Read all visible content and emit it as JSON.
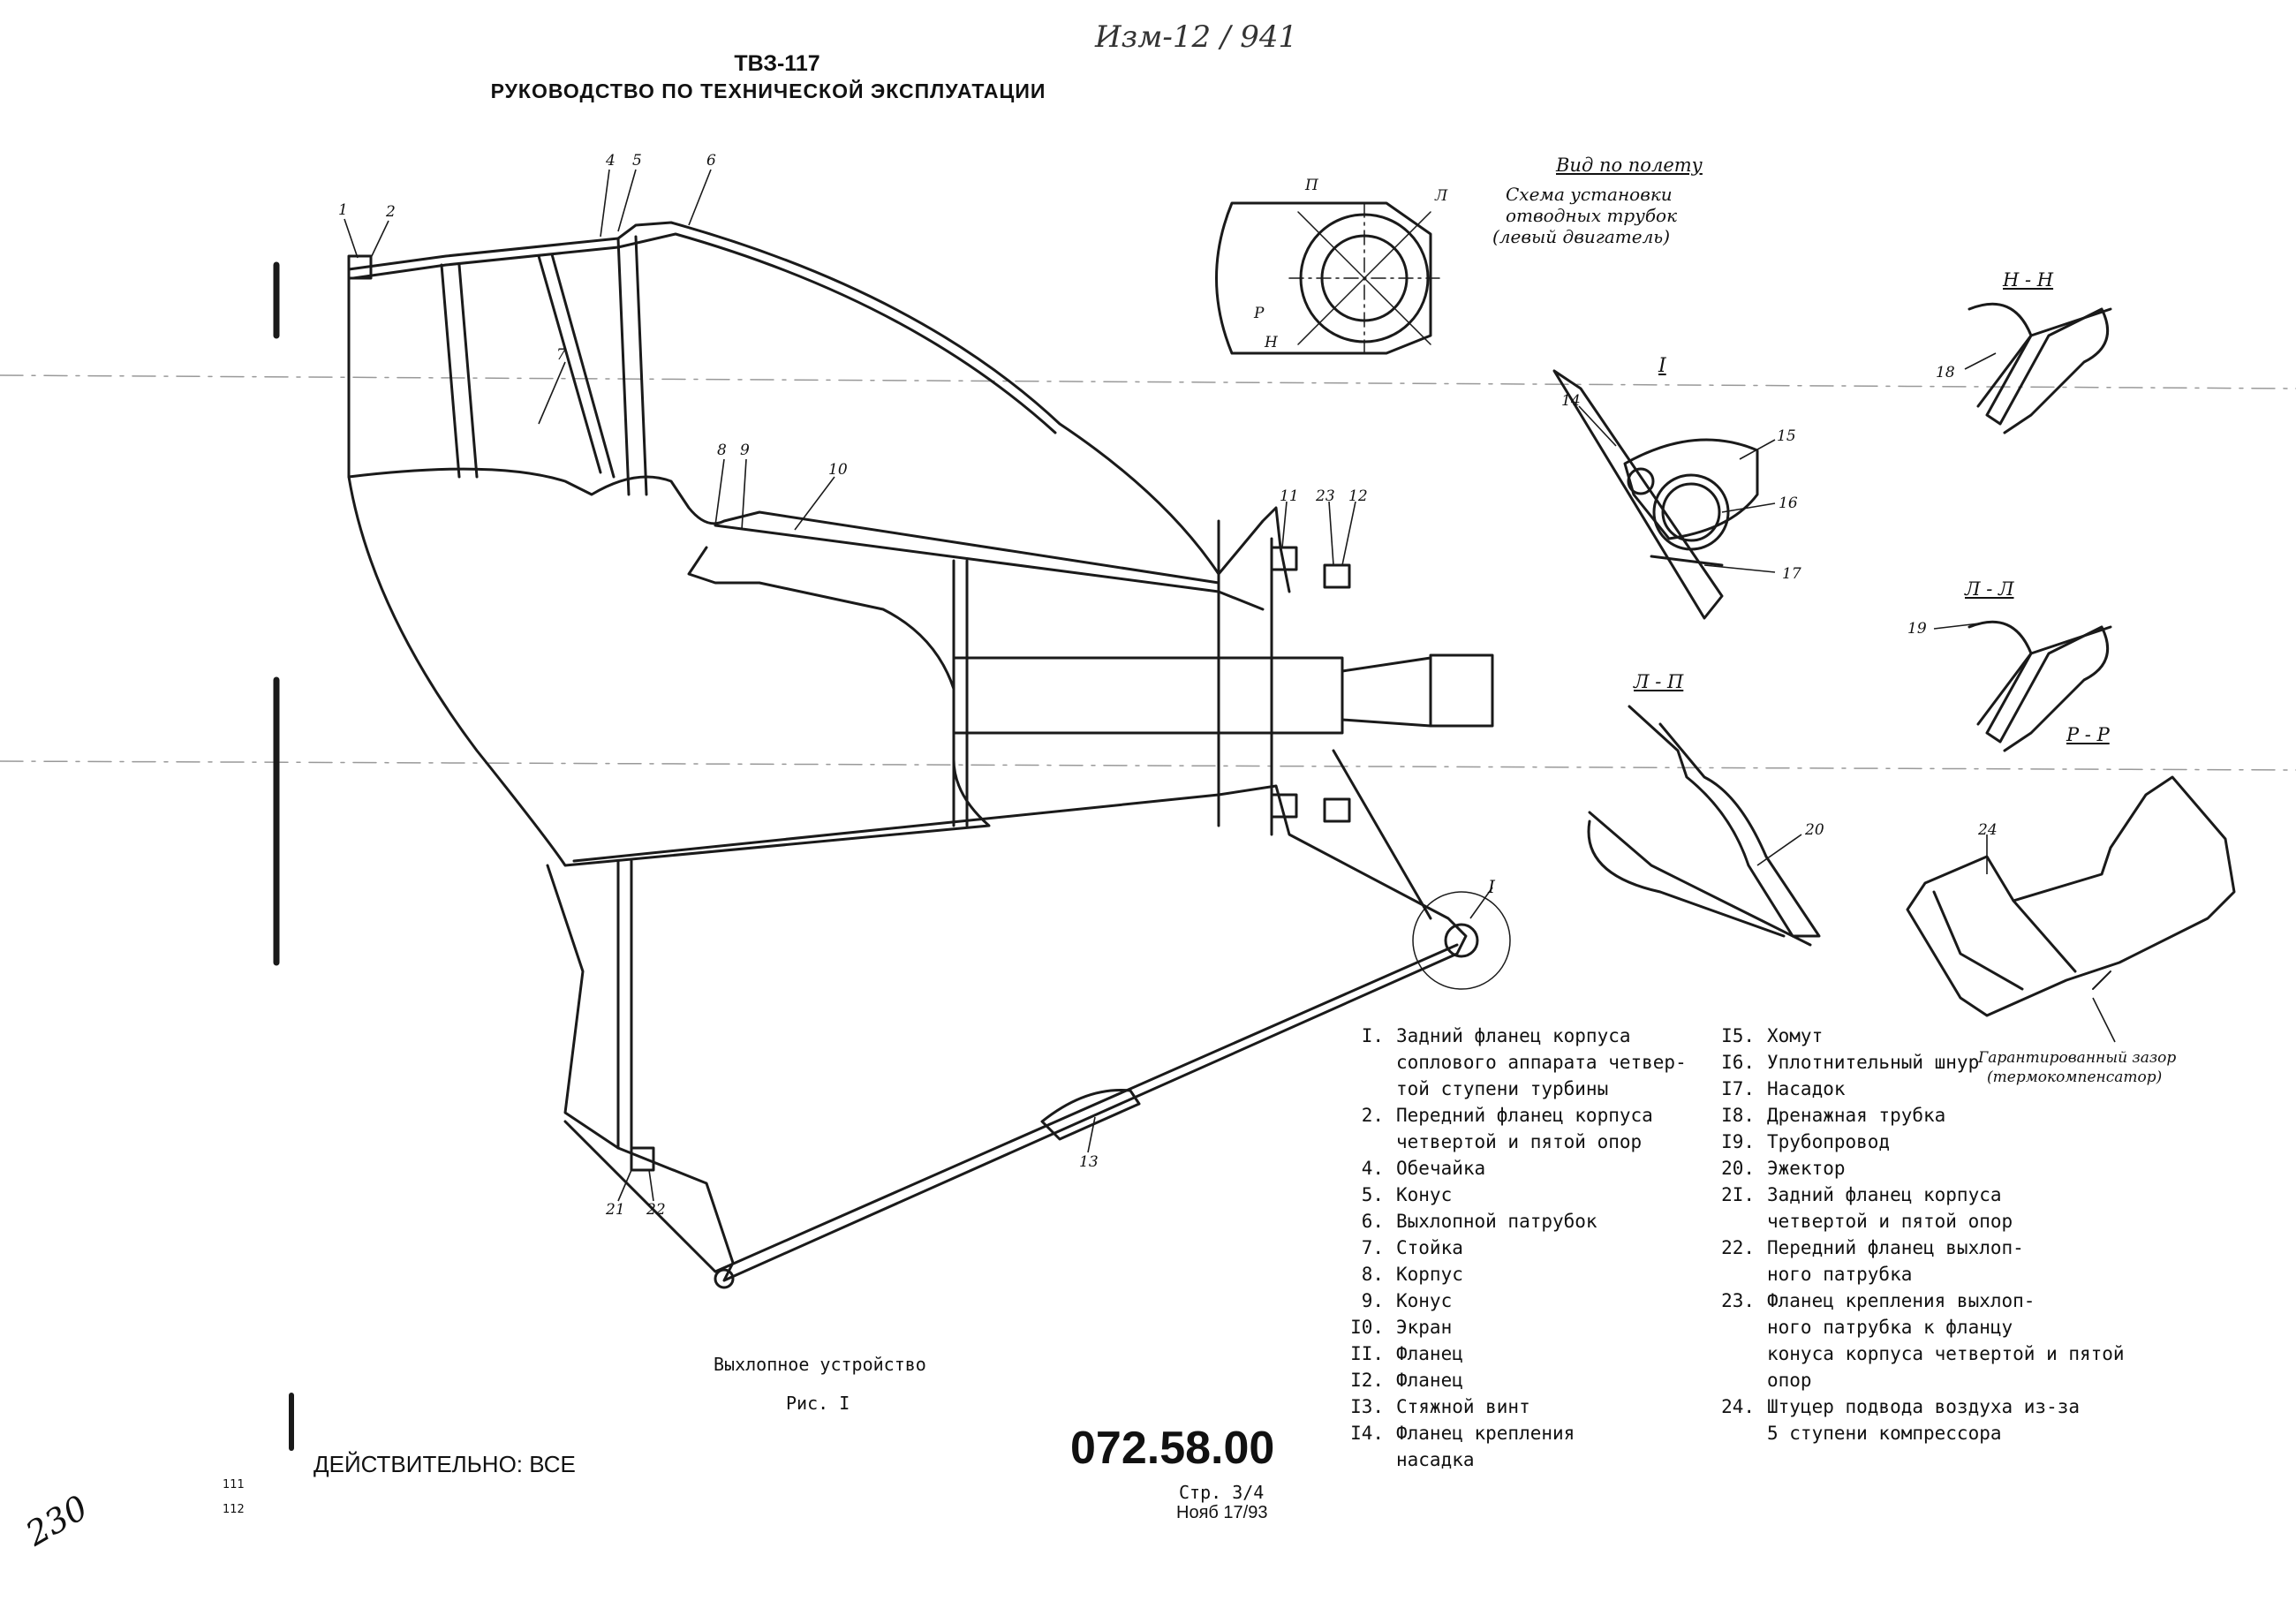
{
  "header": {
    "model": "ТВЗ-117",
    "manual_title": "РУКОВОДСТВО ПО ТЕХНИЧЕСКОЙ ЭКСПЛУАТАЦИИ",
    "handwritten_note": "Изм-12 / 941"
  },
  "inset_schema": {
    "view_label": "Вид по полету",
    "caption": [
      "Схема установки",
      "отводных трубок",
      "(левый двигатель)"
    ],
    "marks": [
      "Л",
      "П",
      "Р",
      "Н"
    ]
  },
  "detail_views": {
    "detail_1": "I",
    "section_nn": "Н - Н",
    "section_ll": "Л - Л",
    "section_lp": "Л - П",
    "section_rr": "Р - Р"
  },
  "gap_note": [
    "Гарантированный зазор",
    "(термокомпенсатор)"
  ],
  "callout_numbers": [
    "1",
    "2",
    "4",
    "5",
    "6",
    "7",
    "8",
    "9",
    "10",
    "11",
    "12",
    "13",
    "14",
    "15",
    "16",
    "17",
    "18",
    "19",
    "20",
    "21",
    "22",
    "23",
    "24"
  ],
  "figure": {
    "title": "Выхлопное устройство",
    "number": "Рис. I"
  },
  "legend": {
    "left": [
      {
        "num": "I.",
        "lines": [
          "Задний фланец корпуса",
          "соплового аппарата четвер-",
          "той ступени турбины"
        ]
      },
      {
        "num": "2.",
        "lines": [
          "Передний фланец корпуса",
          "четвертой и пятой опор"
        ]
      },
      {
        "num": "4.",
        "lines": [
          "Обечайка"
        ]
      },
      {
        "num": "5.",
        "lines": [
          "Конус"
        ]
      },
      {
        "num": "6.",
        "lines": [
          "Выхлопной патрубок"
        ]
      },
      {
        "num": "7.",
        "lines": [
          "Стойка"
        ]
      },
      {
        "num": "8.",
        "lines": [
          "Корпус"
        ]
      },
      {
        "num": "9.",
        "lines": [
          "Конус"
        ]
      },
      {
        "num": "I0.",
        "lines": [
          "Экран"
        ]
      },
      {
        "num": "II.",
        "lines": [
          "Фланец"
        ]
      },
      {
        "num": "I2.",
        "lines": [
          "Фланец"
        ]
      },
      {
        "num": "I3.",
        "lines": [
          "Стяжной винт"
        ]
      },
      {
        "num": "I4.",
        "lines": [
          "Фланец крепления",
          "насадка"
        ]
      }
    ],
    "right": [
      {
        "num": "I5.",
        "lines": [
          "Хомут"
        ]
      },
      {
        "num": "I6.",
        "lines": [
          "Уплотнительный шнур"
        ]
      },
      {
        "num": "I7.",
        "lines": [
          "Насадок"
        ]
      },
      {
        "num": "I8.",
        "lines": [
          "Дренажная трубка"
        ]
      },
      {
        "num": "I9.",
        "lines": [
          "Трубопровод"
        ]
      },
      {
        "num": "20.",
        "lines": [
          "Эжектор"
        ]
      },
      {
        "num": "2I.",
        "lines": [
          "Задний фланец корпуса",
          "четвертой и пятой опор"
        ]
      },
      {
        "num": "22.",
        "lines": [
          "Передний фланец выхлоп-",
          "ного патрубка"
        ]
      },
      {
        "num": "23.",
        "lines": [
          "Фланец крепления выхлоп-",
          "ного патрубка к фланцу",
          "конуса корпуса четвертой и пятой",
          "опор"
        ]
      },
      {
        "num": "24.",
        "lines": [
          "Штуцер подвода воздуха из-за",
          "5 ступени компрессора"
        ]
      }
    ]
  },
  "footer": {
    "validity": "ДЕЙСТВИТЕЛЬНО: ВСЕ",
    "doc_code": "072.58.00",
    "page": "Стр. 3/4",
    "date": "Нояб 17/93",
    "margin_fraction_top": "111",
    "margin_fraction_bottom": "112",
    "handwritten_page": "230"
  }
}
